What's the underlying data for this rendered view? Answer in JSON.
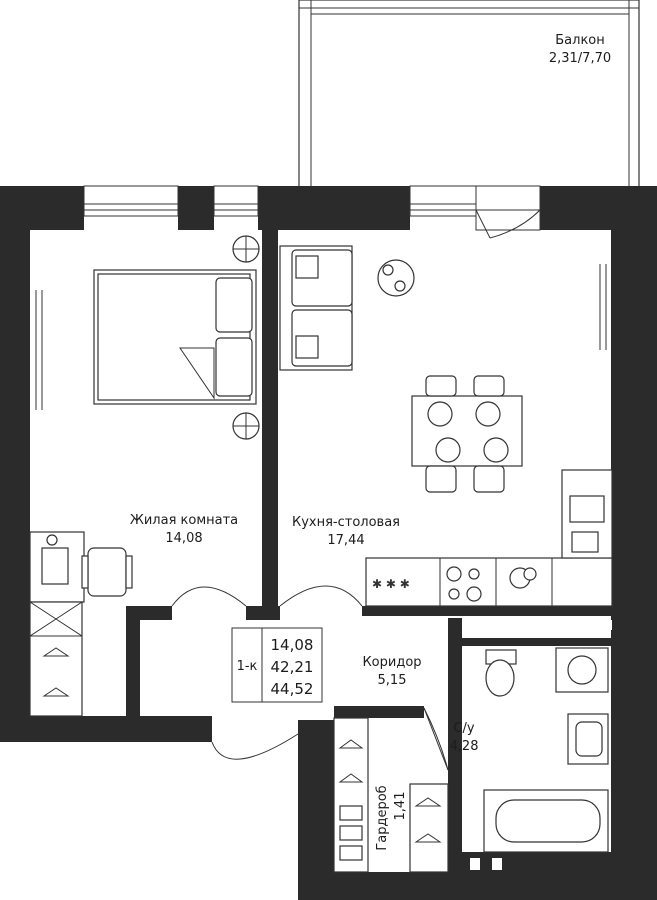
{
  "rooms": {
    "balcony": {
      "name": "Балкон",
      "area": "2,31/7,70"
    },
    "living": {
      "name": "Жилая комната",
      "area": "14,08"
    },
    "kitchen": {
      "name": "Кухня-столовая",
      "area": "17,44"
    },
    "corridor": {
      "name": "Коридор",
      "area": "5,15"
    },
    "bathroom": {
      "name": "С/у",
      "area": "4,28"
    },
    "wardrobe": {
      "name": "Гардероб",
      "area": "1,41"
    }
  },
  "summary": {
    "type": "1-к",
    "living_area": "14,08",
    "total_area": "42,21",
    "total_with_balcony": "44,52"
  },
  "colors": {
    "wall": "#2b2b2b",
    "background": "#ffffff",
    "line": "#333333"
  }
}
